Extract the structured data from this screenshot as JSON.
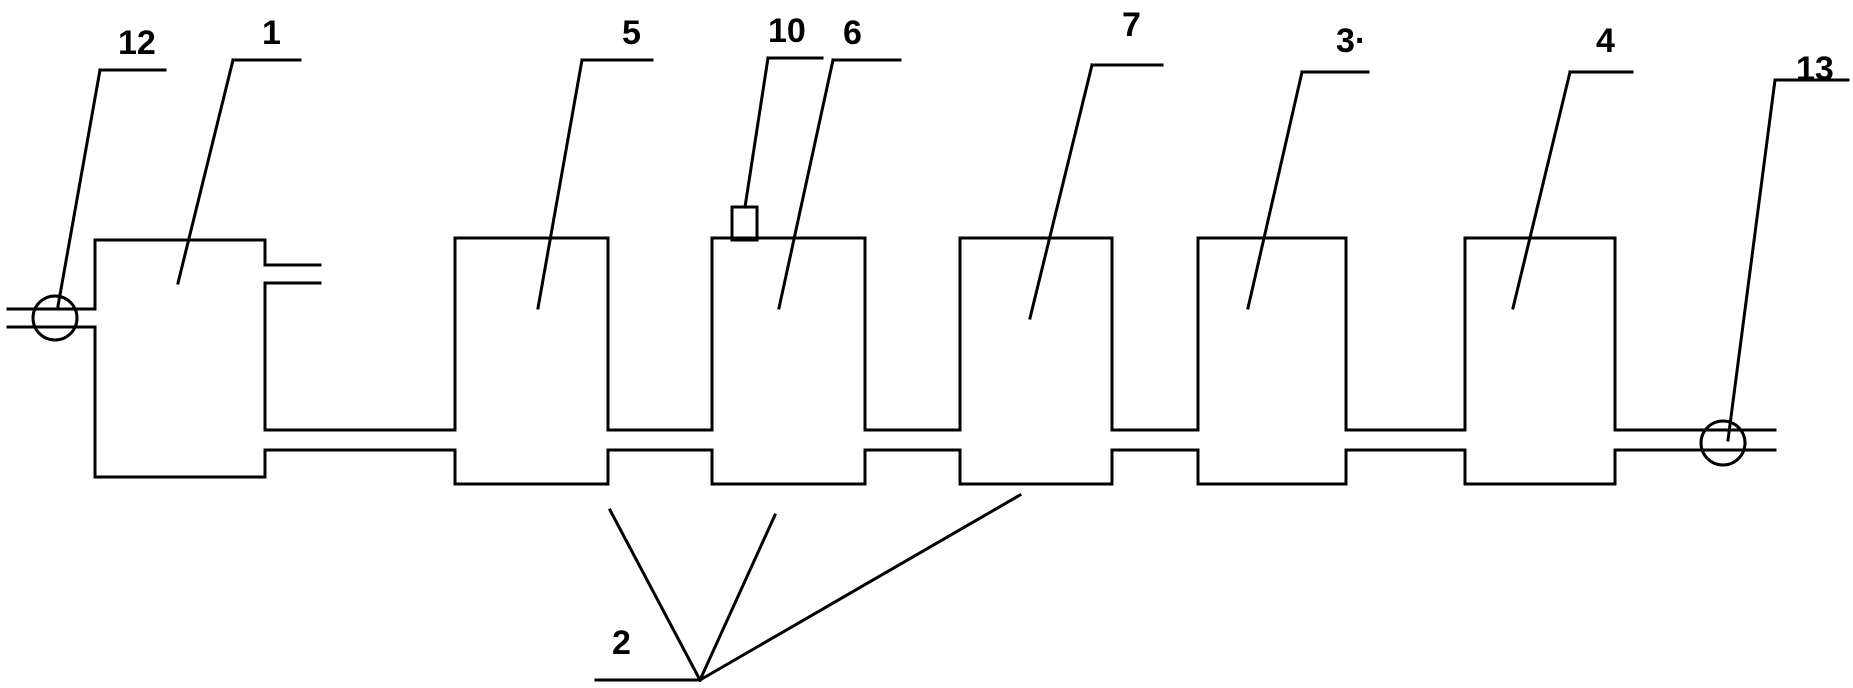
{
  "labels": {
    "n1": "1",
    "n2": "2",
    "n3": "3·",
    "n4": "4",
    "n5": "5",
    "n6": "6",
    "n7": "7",
    "n10": "10",
    "n12": "12",
    "n13": "13"
  },
  "colors": {
    "line": "#000000",
    "background": "#ffffff"
  }
}
